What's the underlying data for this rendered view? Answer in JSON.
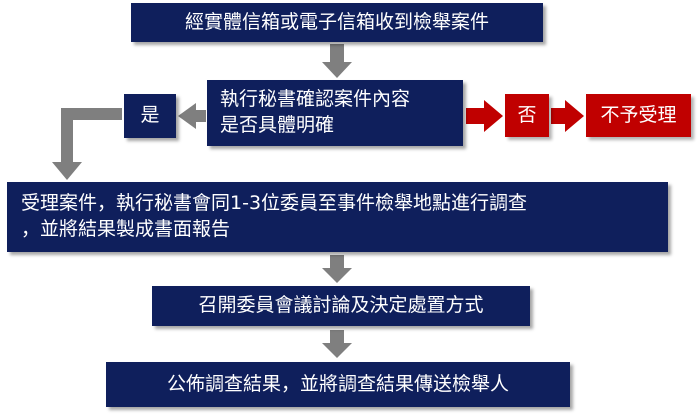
{
  "flow": {
    "step1": "經實體信箱或電子信箱收到檢舉案件",
    "step2_line1": "執行秘書確認案件內容",
    "step2_line2": "是否具體明確",
    "yes_label": "是",
    "no_label": "否",
    "reject": "不予受理",
    "step3_line1": "受理案件，執行秘書會同1-3位委員至事件檢舉地點進行調查",
    "step3_line2": "，並將結果製成書面報告",
    "step4": "召開委員會議討論及決定處置方式",
    "step5": "公佈調查結果，並將調查結果傳送檢舉人"
  },
  "colors": {
    "box_navy": "#0f1f5c",
    "box_red": "#c00000",
    "arrow_gray": "#7f7f7f",
    "arrow_red": "#c00000"
  }
}
